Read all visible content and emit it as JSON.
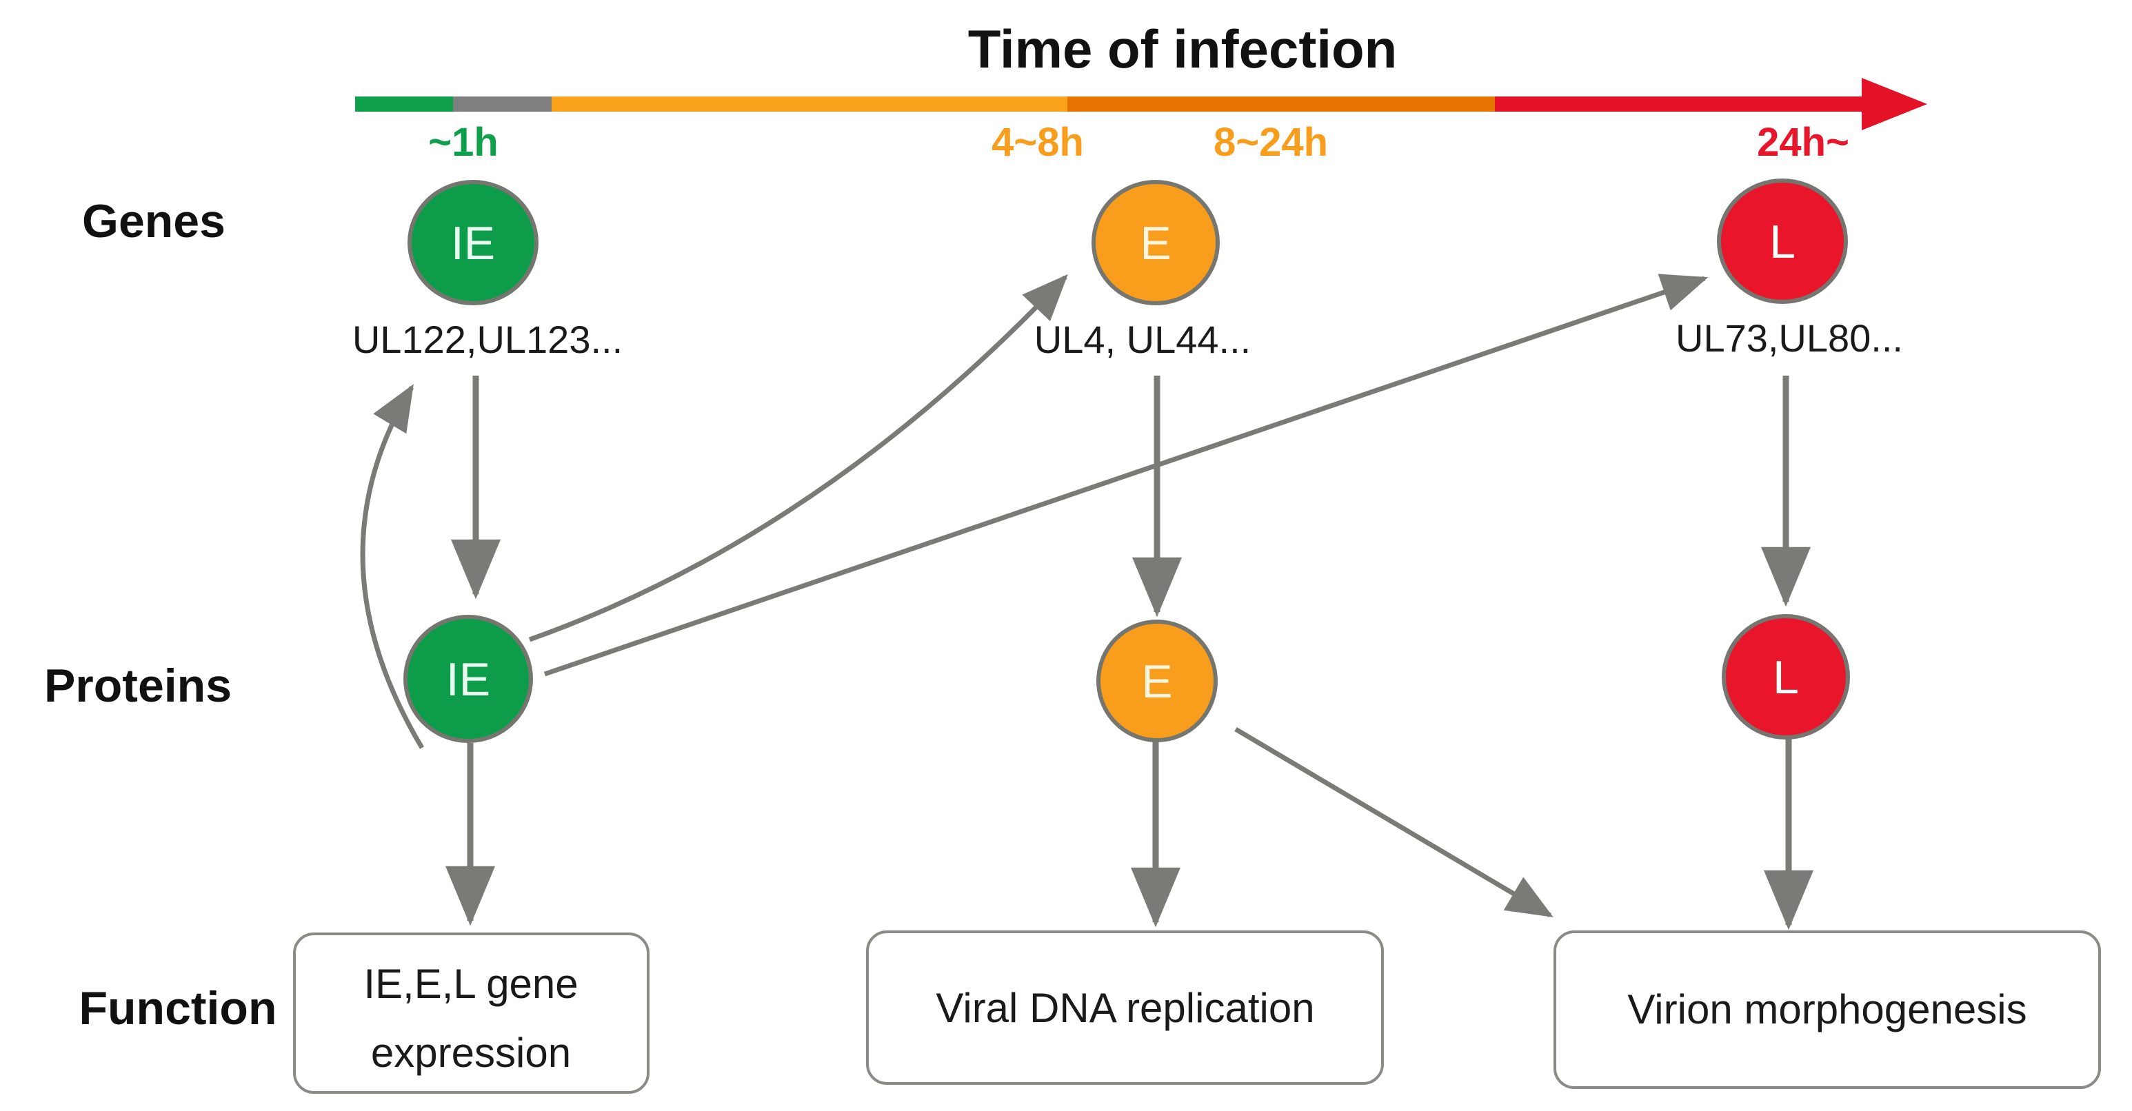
{
  "title": "Time of infection",
  "timeline": {
    "labels": [
      {
        "text": "~1h",
        "color": "#0fa04c"
      },
      {
        "text": "4~8h",
        "color": "#f99d1c"
      },
      {
        "text": "8~24h",
        "color": "#f99d1c"
      },
      {
        "text": "24h~",
        "color": "#e8152b"
      }
    ],
    "segment_colors": {
      "green": "#0fa04c",
      "gray": "#7f7f7f",
      "orange": "#f9a11b",
      "dark_orange": "#e87400",
      "red": "#e31226"
    }
  },
  "row_labels": {
    "genes": "Genes",
    "proteins": "Proteins",
    "function": "Function"
  },
  "genes": [
    {
      "letter": "IE",
      "sublabel": "UL122,UL123...",
      "color": "#0d9c4a"
    },
    {
      "letter": "E",
      "sublabel": "UL4, UL44...",
      "color": "#f99d1c"
    },
    {
      "letter": "L",
      "sublabel": "UL73,UL80...",
      "color": "#e8152b"
    }
  ],
  "proteins": [
    {
      "letter": "IE",
      "color": "#0d9c4a"
    },
    {
      "letter": "E",
      "color": "#f99d1c"
    },
    {
      "letter": "L",
      "color": "#e8152b"
    }
  ],
  "functions": [
    {
      "lines": [
        "IE,E,L gene",
        "expression"
      ]
    },
    {
      "lines": [
        "Viral DNA replication"
      ]
    },
    {
      "lines": [
        "Virion morphogenesis"
      ]
    }
  ],
  "arrow_color": "#7a7a76"
}
